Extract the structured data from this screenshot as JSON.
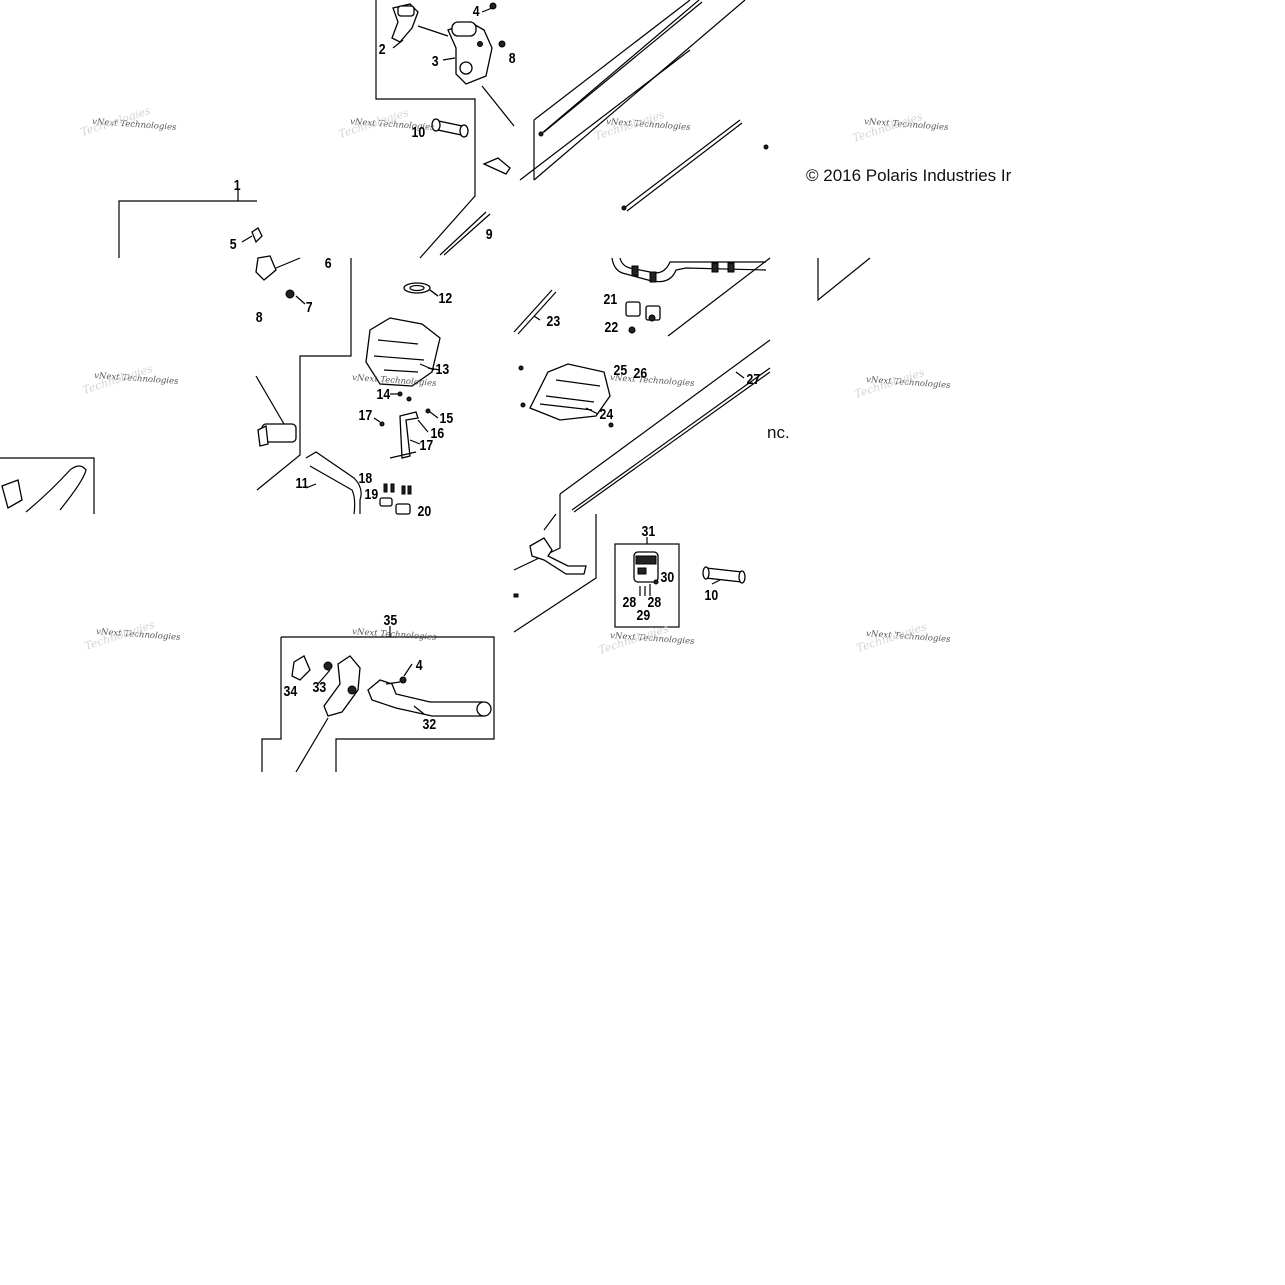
{
  "copyright": "© 2016 Polaris Industries Ir",
  "copyright_fragment": "nc.",
  "watermark_line1": "vNext Technologies",
  "watermark_line2": "Technologies",
  "callouts": [
    "1",
    "2",
    "3",
    "4",
    "5",
    "6",
    "7",
    "8",
    "8",
    "9",
    "10",
    "10",
    "11",
    "12",
    "13",
    "14",
    "15",
    "16",
    "17",
    "17",
    "18",
    "19",
    "20",
    "21",
    "22",
    "23",
    "24",
    "25",
    "26",
    "27",
    "28",
    "28",
    "29",
    "30",
    "31",
    "32",
    "33",
    "34",
    "35",
    "4"
  ],
  "colors": {
    "line": "#000000",
    "background": "#ffffff",
    "watermark": "#555555"
  }
}
